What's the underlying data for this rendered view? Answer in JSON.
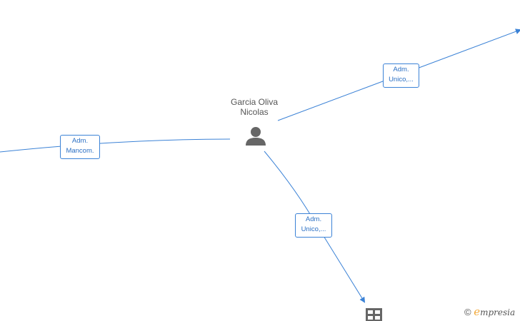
{
  "person": {
    "name_line1": "Garcia Oliva",
    "name_line2": "Nicolas",
    "icon": "person-icon"
  },
  "edges": [
    {
      "id": "left",
      "label_line1": "Adm.",
      "label_line2": "Mancom."
    },
    {
      "id": "top",
      "label_line1": "Adm.",
      "label_line2": "Unico,..."
    },
    {
      "id": "bottom",
      "label_line1": "Adm.",
      "label_line2": "Unico,..."
    }
  ],
  "company_icon": "building-icon",
  "brand": {
    "copyright": "©",
    "first_letter": "e",
    "rest": "mpresia"
  },
  "colors": {
    "edge": "#3b82d6",
    "label_text": "#2a6fc4",
    "node_icon": "#666666",
    "brand_accent": "#f2a93b"
  }
}
